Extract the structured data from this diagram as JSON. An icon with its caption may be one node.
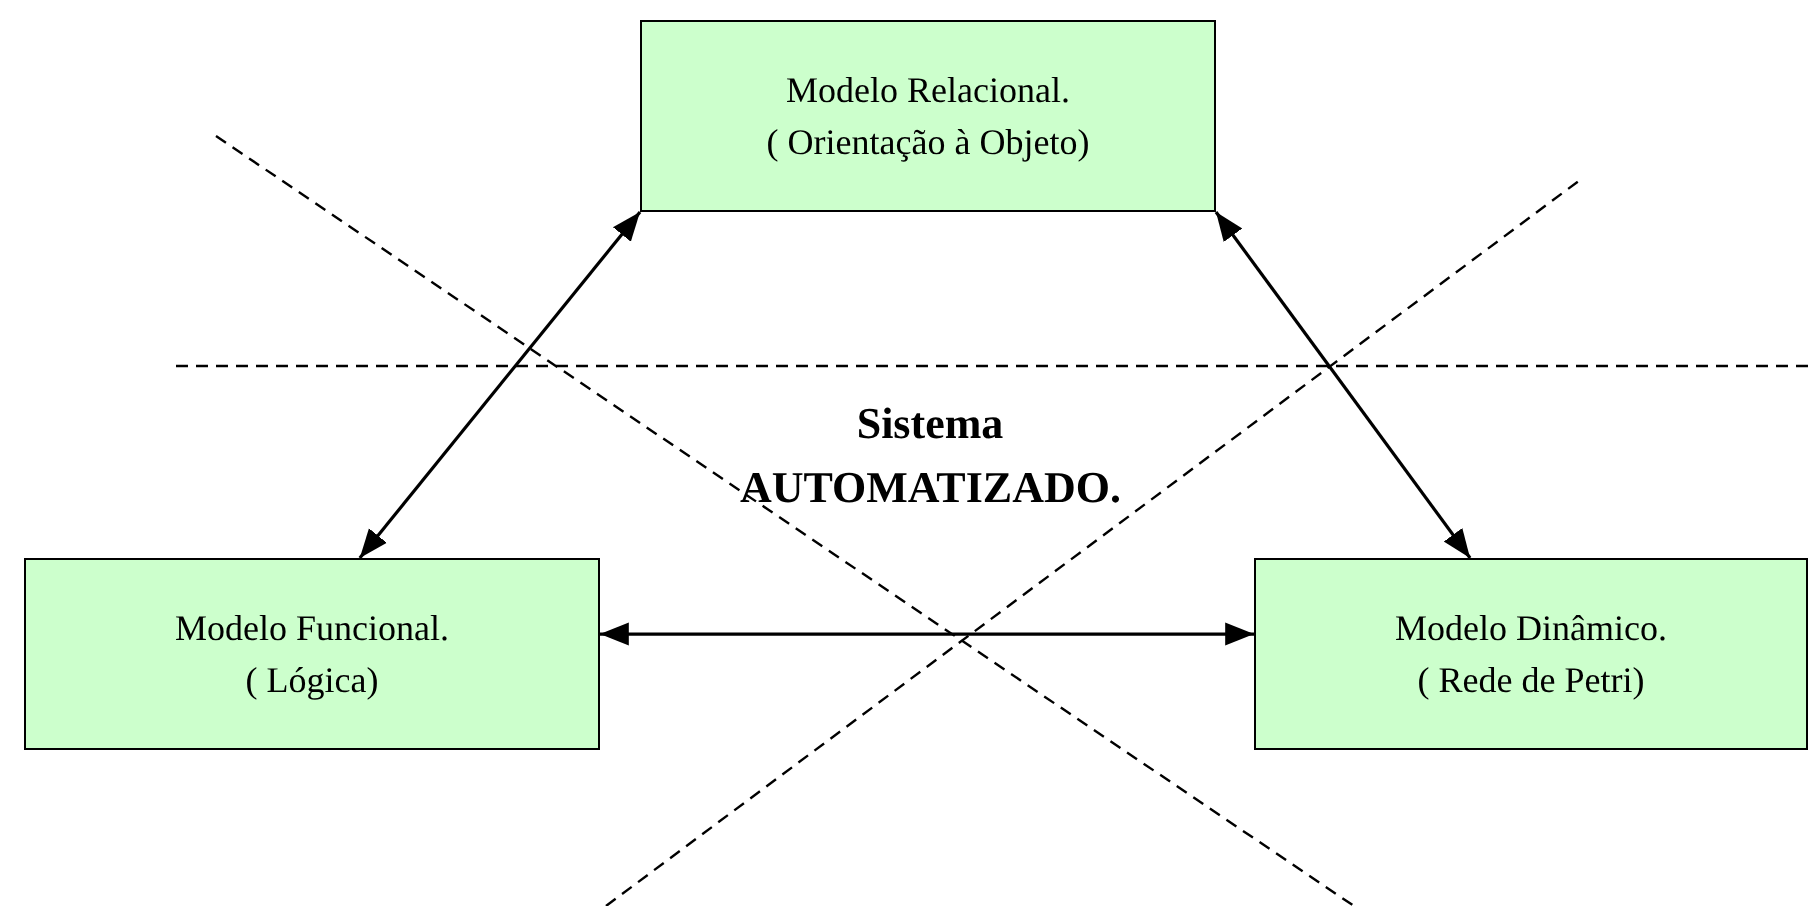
{
  "diagram": {
    "nodes": [
      {
        "text": [
          "Modelo Relacional.",
          "( Orientação à Objeto)"
        ]
      },
      {
        "text": [
          "Modelo Funcional.",
          "( Lógica)"
        ]
      },
      {
        "text": [
          "Modelo Dinâmico.",
          "( Rede de Petri)"
        ]
      }
    ],
    "edges": [
      {
        "from": 1,
        "to": 0,
        "arrow": "both"
      },
      {
        "from": 0,
        "to": 2,
        "arrow": "both"
      },
      {
        "from": 1,
        "to": 2,
        "arrow": "both"
      }
    ],
    "labels": [
      "Sistema AUTOMATIZADO."
    ]
  }
}
